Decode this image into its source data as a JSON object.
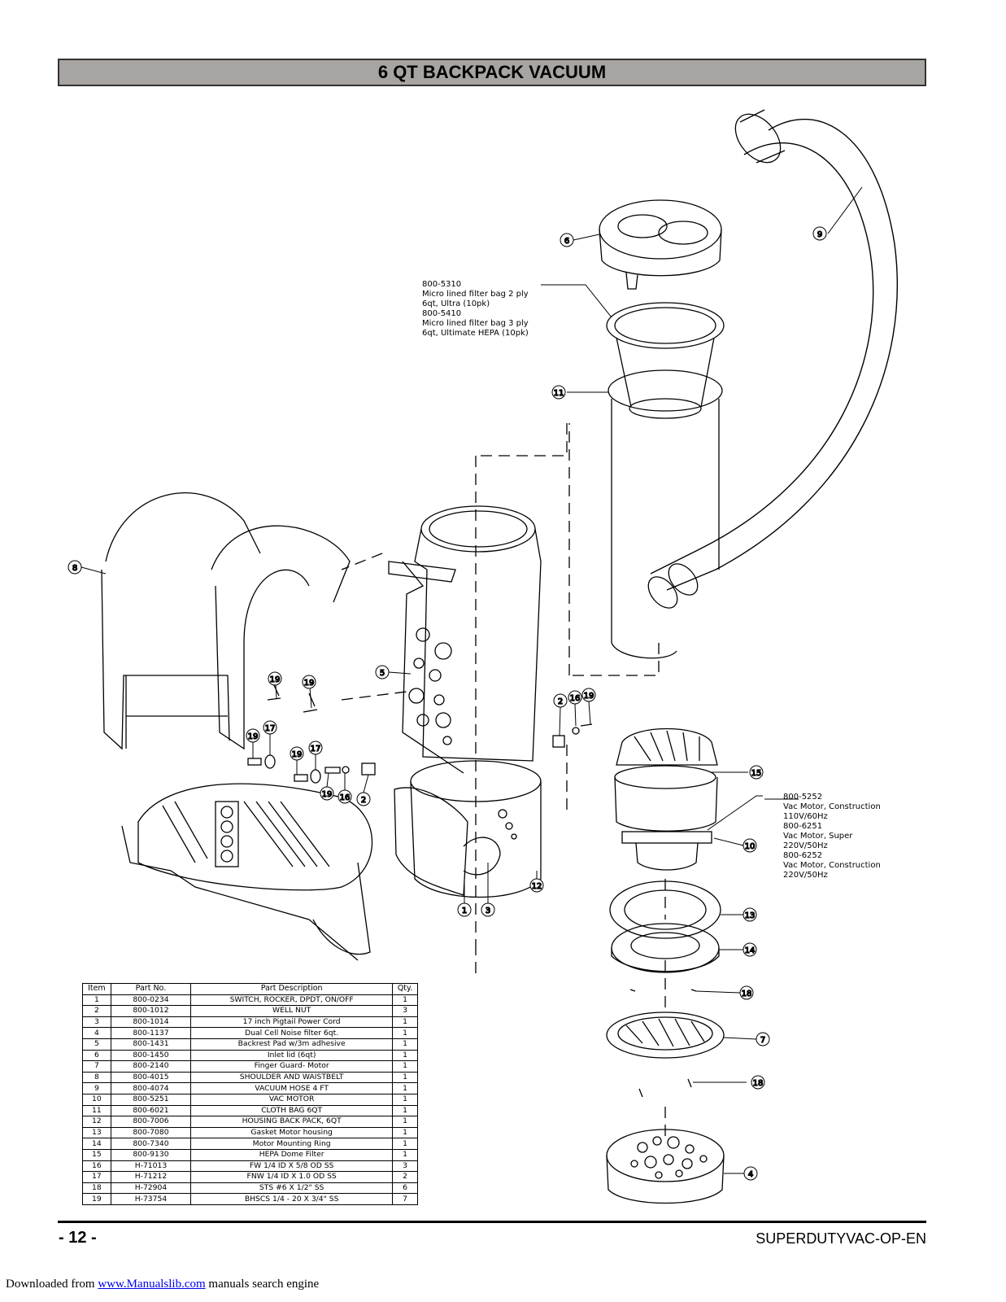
{
  "title": "6 QT BACKPACK VACUUM",
  "notes": {
    "filter_bag": "800-5310\nMicro lined filter bag 2 ply\n6qt, Ultra (10pk)\n800-5410\nMicro lined filter bag 3 ply\n6qt, Ultimate HEPA (10pk)",
    "motor": "800-5252\nVac Motor, Construction\n110V/60Hz\n800-6251\nVac Motor, Super\n220V/50Hz\n800-6252\nVac Motor, Construction\n220V/50Hz"
  },
  "callouts": {
    "c1": "1",
    "c2a": "2",
    "c2b": "2",
    "c3": "3",
    "c4": "4",
    "c5": "5",
    "c6": "6",
    "c7": "7",
    "c8": "8",
    "c9": "9",
    "c10": "10",
    "c11": "11",
    "c12": "12",
    "c13": "13",
    "c14": "14",
    "c15": "15",
    "c16a": "16",
    "c16b": "16",
    "c17a": "17",
    "c17b": "17",
    "c18a": "18",
    "c18b": "18",
    "c19a": "19",
    "c19b": "19",
    "c19c": "19",
    "c19d": "19",
    "c19e": "19"
  },
  "parts_table": {
    "headers": [
      "Item",
      "Part No.",
      "Part Description",
      "Qty."
    ],
    "rows": [
      [
        "1",
        "800-0234",
        "SWITCH, ROCKER, DPDT, ON/OFF",
        "1"
      ],
      [
        "2",
        "800-1012",
        "WELL NUT",
        "3"
      ],
      [
        "3",
        "800-1014",
        "17 inch Pigtail Power Cord",
        "1"
      ],
      [
        "4",
        "800-1137",
        "Dual Cell Noise filter 6qt.",
        "1"
      ],
      [
        "5",
        "800-1431",
        "Backrest Pad w/3m adhesive",
        "1"
      ],
      [
        "6",
        "800-1450",
        "Inlet lid (6qt)",
        "1"
      ],
      [
        "7",
        "800-2140",
        "Finger Guard- Motor",
        "1"
      ],
      [
        "8",
        "800-4015",
        "SHOULDER AND WAISTBELT",
        "1"
      ],
      [
        "9",
        "800-4074",
        "VACUUM HOSE 4 FT",
        "1"
      ],
      [
        "10",
        "800-5251",
        "VAC MOTOR",
        "1"
      ],
      [
        "11",
        "800-6021",
        "CLOTH BAG 6QT",
        "1"
      ],
      [
        "12",
        "800-7006",
        "HOUSING BACK PACK, 6QT",
        "1"
      ],
      [
        "13",
        "800-7080",
        "Gasket Motor housing",
        "1"
      ],
      [
        "14",
        "800-7340",
        "Motor Mounting Ring",
        "1"
      ],
      [
        "15",
        "800-9130",
        "HEPA Dome Filter",
        "1"
      ],
      [
        "16",
        "H-71013",
        "FW 1/4 ID X 5/8 OD SS",
        "3"
      ],
      [
        "17",
        "H-71212",
        "FNW 1/4 ID X 1.0 OD SS",
        "2"
      ],
      [
        "18",
        "H-72904",
        "STS #6 X 1/2\" SS",
        "6"
      ],
      [
        "19",
        "H-73754",
        "BHSCS 1/4 - 20 X 3/4\" SS",
        "7"
      ]
    ]
  },
  "footer": {
    "page_number": "- 12 -",
    "doc_code": "SUPERDUTYVAC-OP-EN"
  },
  "download_line": {
    "prefix": "Downloaded from ",
    "link": "www.Manualslib.com",
    "suffix": " manuals search engine"
  }
}
